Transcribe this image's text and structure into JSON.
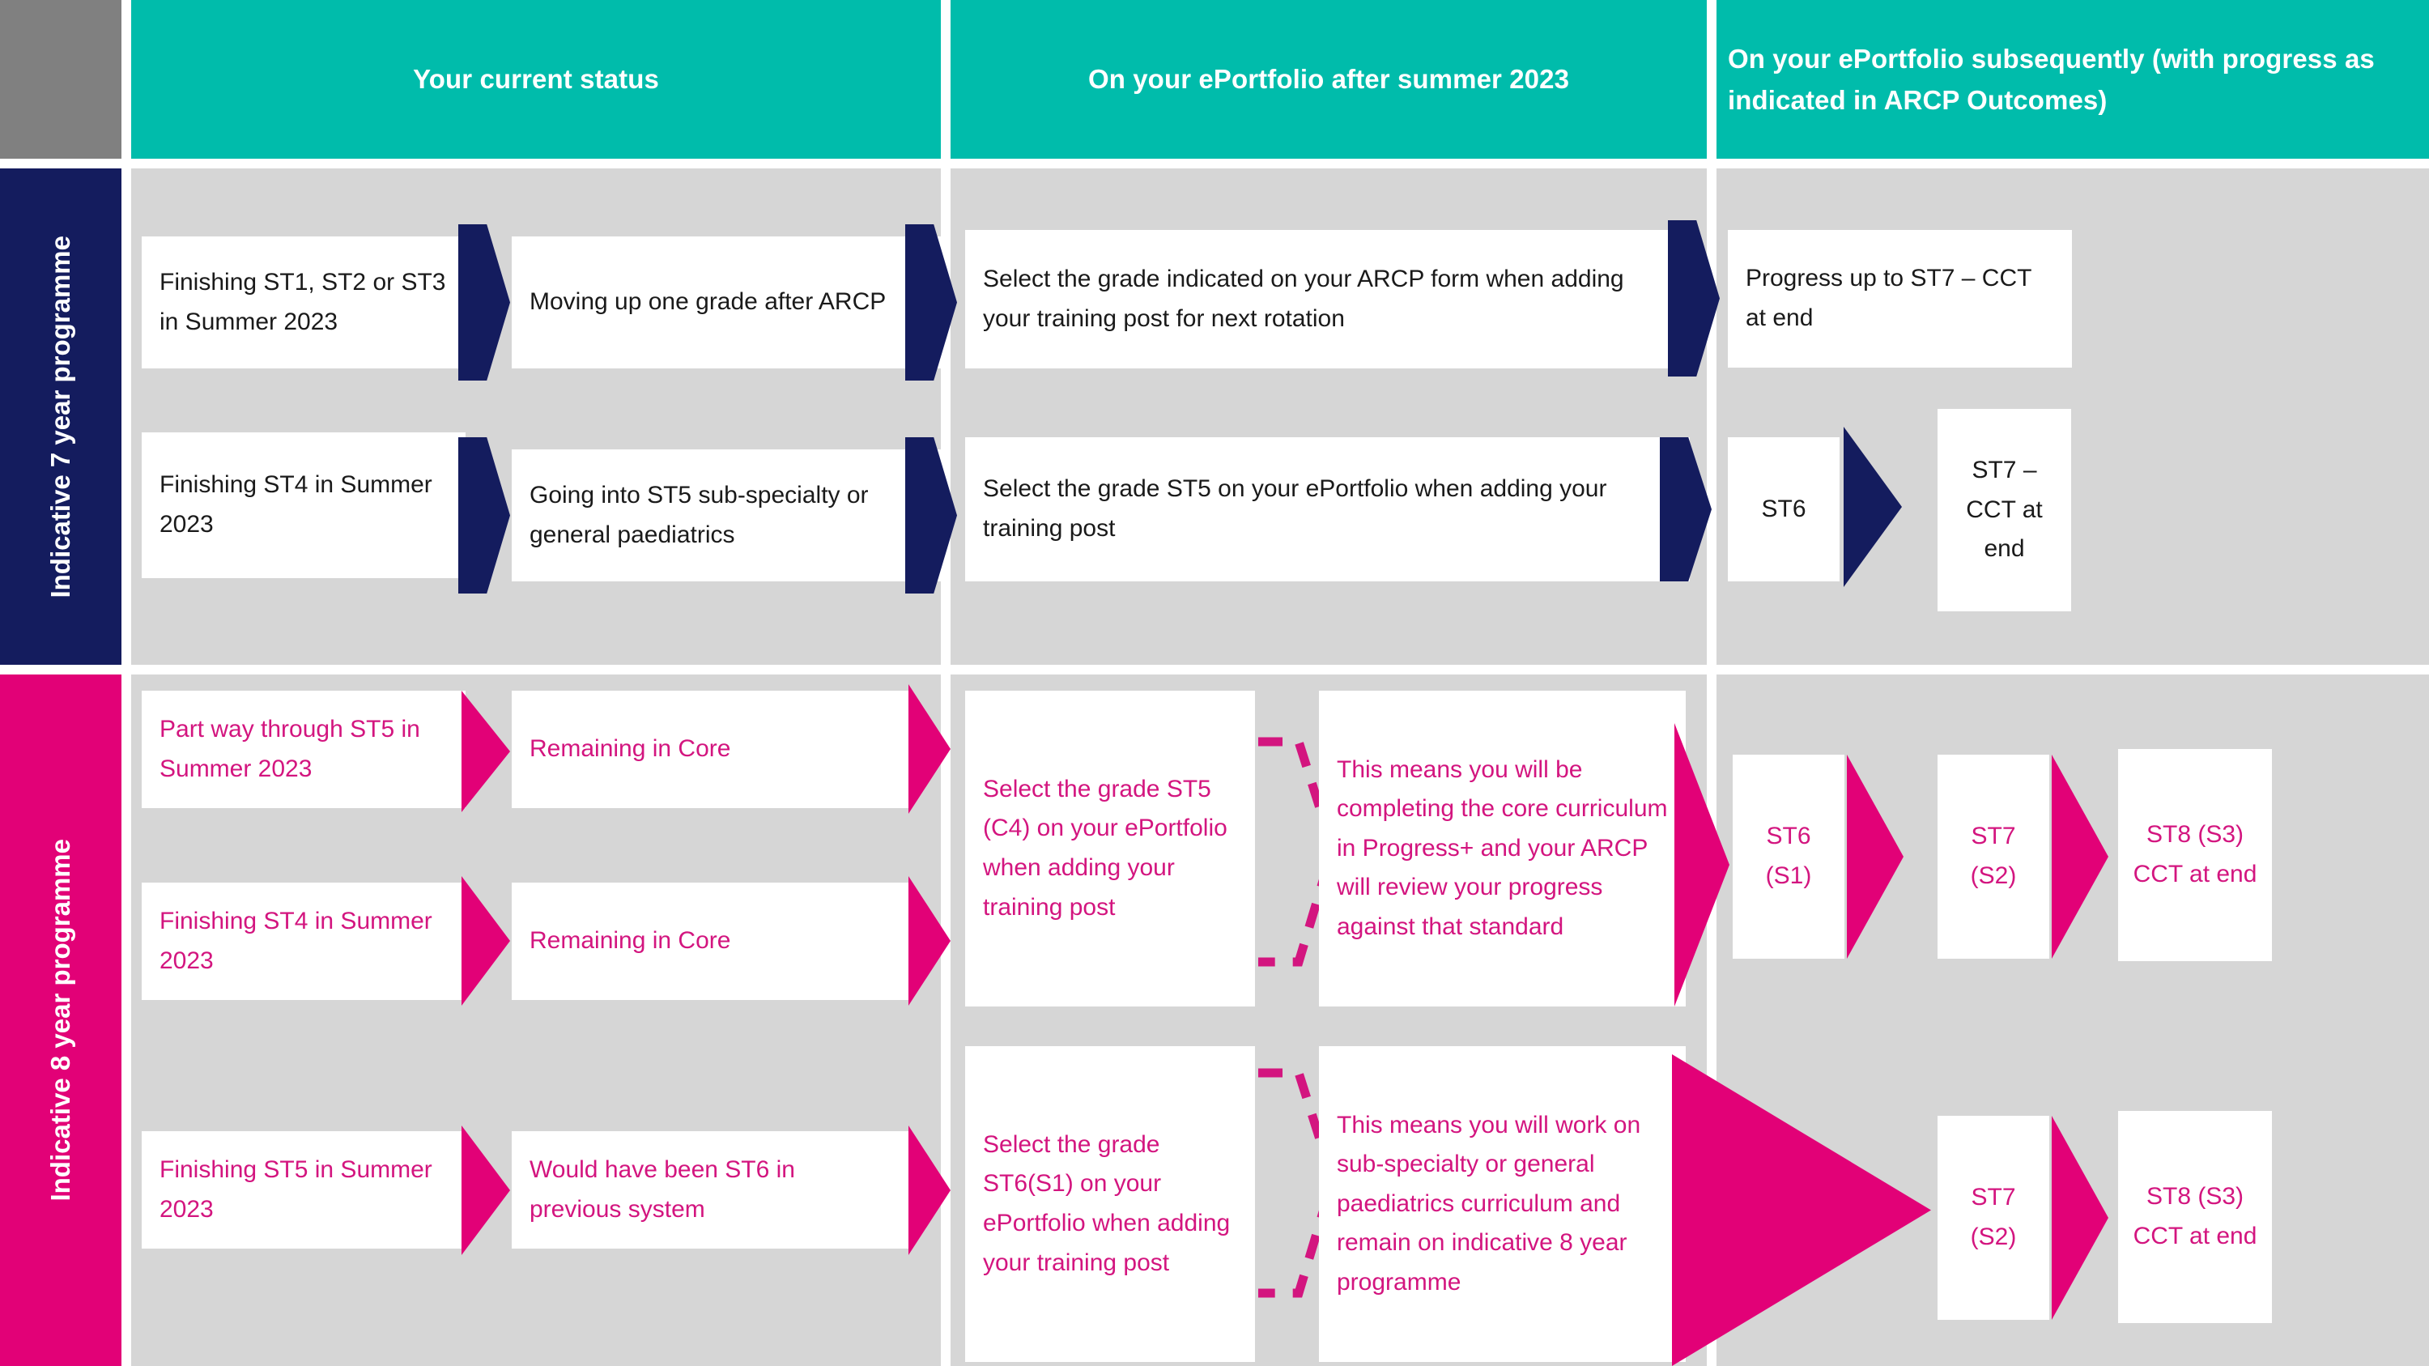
{
  "theme": {
    "teal": "#00BCAB",
    "navy": "#141C5E",
    "pink": "#E20177",
    "pink_text": "#D3157F",
    "grey_cell": "#D6D6D6",
    "grey_corner": "#808080",
    "white": "#FFFFFF"
  },
  "header": {
    "corner_label": "",
    "columns": [
      {
        "label": "Your current status"
      },
      {
        "label": "On your ePortfolio after summer 2023"
      },
      {
        "label": "On your ePortfolio subsequently (with progress as indicated in ARCP Outcomes)"
      }
    ]
  },
  "rails": [
    {
      "label": "Indicative 7 year programme",
      "color": "#141C5E"
    },
    {
      "label": "Indicative 8 year programme",
      "color": "#E20177"
    }
  ],
  "section_7yr": {
    "rows": [
      {
        "status": "Finishing ST1, ST2 or ST3 in Summer 2023",
        "outcome": "Moving up one grade after ARCP",
        "eportfolio": "Select the grade indicated on your ARCP form when adding your training post for next rotation",
        "subsequent": [
          {
            "label": "Progress up to ST7 – CCT at end"
          }
        ]
      },
      {
        "status": "Finishing ST4 in Summer 2023",
        "outcome": "Going into ST5 sub-specialty or general paediatrics",
        "eportfolio": "Select the grade ST5 on your ePortfolio when adding your training post",
        "subsequent": [
          {
            "label": "ST6"
          },
          {
            "label": "ST7 – CCT at end"
          }
        ]
      }
    ]
  },
  "section_8yr": {
    "rows": [
      {
        "statuses": [
          "Part way through ST5 in Summer 2023",
          "Finishing ST4 in Summer 2023"
        ],
        "outcomes": [
          "Remaining in Core",
          "Remaining in Core"
        ],
        "eportfolio": "Select the grade ST5 (C4) on your ePortfolio when adding your training post",
        "explanation": "This means you will be completing the core curriculum in Progress+ and your ARCP will review your progress against that standard",
        "subsequent": [
          {
            "label": "ST6 (S1)"
          },
          {
            "label": "ST7 (S2)"
          },
          {
            "label": "ST8 (S3) CCT at end"
          }
        ]
      },
      {
        "statuses": [
          "Finishing ST5 in Summer 2023"
        ],
        "outcomes": [
          "Would have been ST6 in previous system"
        ],
        "eportfolio": "Select the grade ST6(S1) on your ePortfolio when adding your training post",
        "explanation": "This means you will work on sub-specialty or general paediatrics curriculum and remain on indicative 8 year programme",
        "subsequent": [
          {
            "label": "ST7 (S2)"
          },
          {
            "label": "ST8 (S3) CCT at end"
          }
        ]
      }
    ]
  }
}
